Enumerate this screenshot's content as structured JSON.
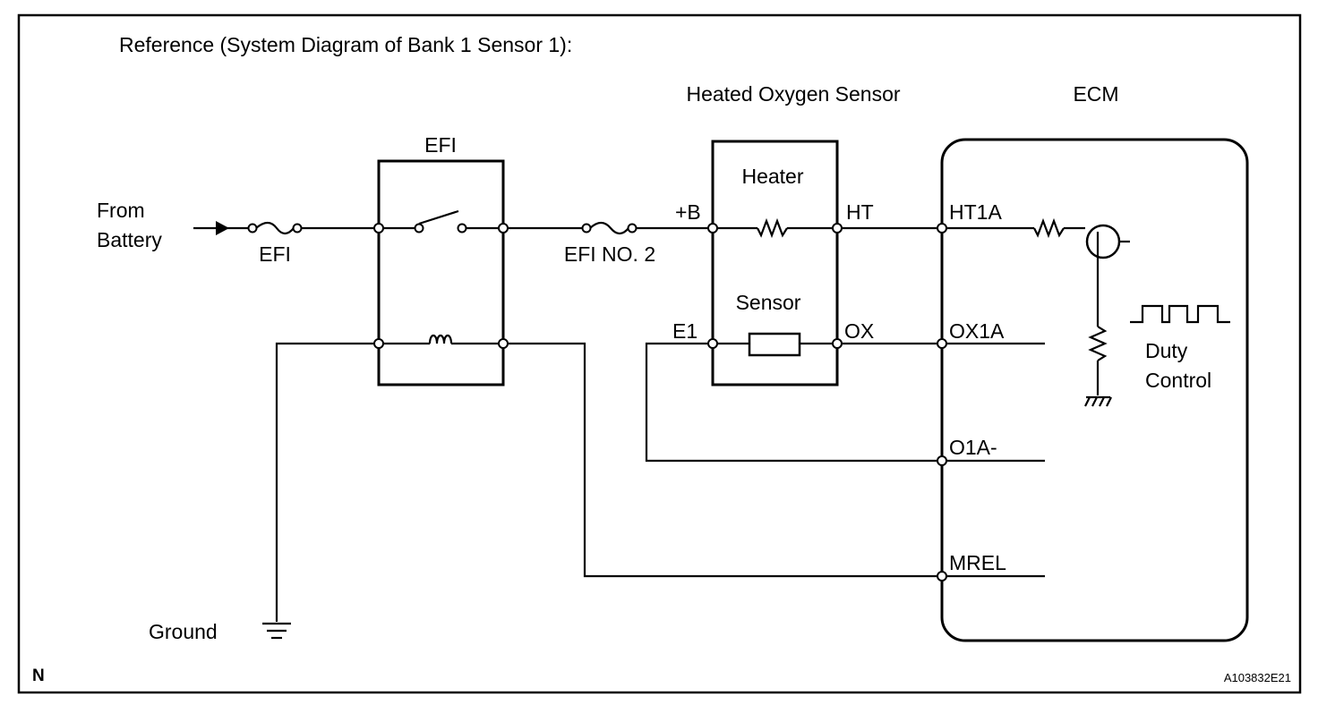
{
  "title": "Reference (System Diagram of Bank 1 Sensor 1):",
  "components": {
    "sensor_title": "Heated Oxygen Sensor",
    "ecm_title": "ECM",
    "relay_label": "EFI",
    "heater_label": "Heater",
    "sensor_label": "Sensor"
  },
  "source": {
    "line1": "From",
    "line2": "Battery"
  },
  "fuses": {
    "efi": "EFI",
    "efi_no2": "EFI NO. 2"
  },
  "sensor_pins": {
    "plus_b": "+B",
    "ht": "HT",
    "e1": "E1",
    "ox": "OX"
  },
  "ecm_pins": {
    "ht1a": "HT1A",
    "ox1a": "OX1A",
    "o1a_minus": "O1A-",
    "mrel": "MREL"
  },
  "duty": {
    "line1": "Duty",
    "line2": "Control"
  },
  "ground_label": "Ground",
  "corner_mark": "N",
  "figure_code": "A103832E21"
}
